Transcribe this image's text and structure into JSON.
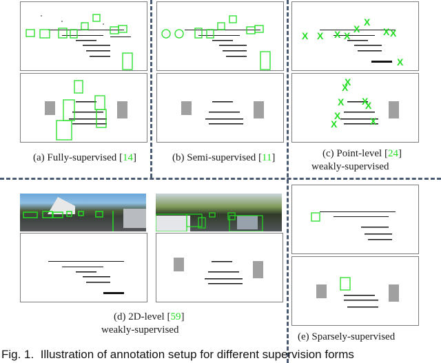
{
  "figure": {
    "label": "Fig. 1.",
    "caption": "Illustration of annotation setup for different supervision forms",
    "annotation_color": "#22dd22",
    "divider_color": "#4a5a70"
  },
  "panels": [
    {
      "id": "a",
      "prefix": "(a) Fully-supervised [",
      "ref": "14",
      "suffix": "]",
      "subtitle": "",
      "views": [
        "bev-point-cloud-with-3d-boxes",
        "front-point-cloud-with-3d-boxes"
      ]
    },
    {
      "id": "b",
      "prefix": "(b) Semi-supervised [",
      "ref": "11",
      "suffix": "]",
      "subtitle": "",
      "views": [
        "bev-point-cloud-with-3d-boxes",
        "front-point-cloud-unlabeled"
      ]
    },
    {
      "id": "c",
      "prefix": "(c) Point-level [",
      "ref": "24",
      "suffix": "]",
      "subtitle": "weakly-supervised",
      "views": [
        "bev-point-cloud-with-point-marks",
        "front-point-cloud-with-point-marks"
      ]
    },
    {
      "id": "d",
      "prefix": "(d) 2D-level [",
      "ref": "59",
      "suffix": "]",
      "subtitle": "weakly-supervised",
      "views": [
        "camera-image-with-2d-boxes",
        "camera-image-with-2d-boxes",
        "point-cloud-unlabeled",
        "point-cloud-unlabeled"
      ]
    },
    {
      "id": "e",
      "prefix": "(e) Sparsely-supervised",
      "ref": "",
      "suffix": "",
      "subtitle": "",
      "views": [
        "bev-point-cloud-single-box",
        "front-point-cloud-single-box"
      ]
    }
  ]
}
